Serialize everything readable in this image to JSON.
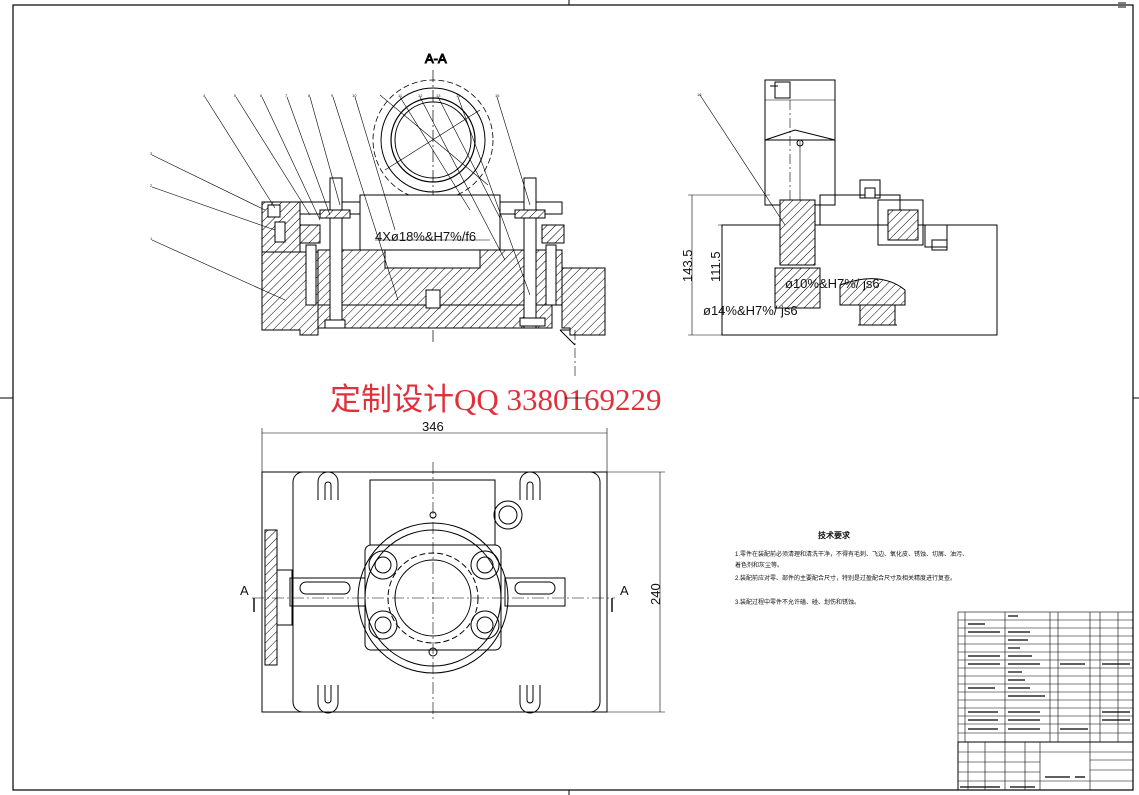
{
  "section_label": "A-A",
  "view_markers": {
    "left": "A",
    "right": "A"
  },
  "dimensions": {
    "width_346": "346",
    "height_240": "240",
    "height_143_5": "143.5",
    "height_111_5": "111.5",
    "bore_4x18": "4Xø18%&H7%/f6",
    "bore_10": "ø10%&H7%/ js6",
    "bore_14": "ø14%&H7%/ js6"
  },
  "balloons": [
    "1",
    "2",
    "3",
    "4",
    "5",
    "6",
    "7",
    "8",
    "9",
    "10",
    "11",
    "12",
    "13",
    "14",
    "15",
    "16"
  ],
  "watermark": "定制设计QQ 3380169229",
  "tech_notes": {
    "title": "技术要求",
    "lines": [
      "1.零件在装配前必须清理和清洗干净，不得有毛刺、飞边、氧化皮、锈蚀、切屑、油污、",
      "着色剂和灰尘等。",
      "2.装配前应对零、部件的主要配合尺寸，特别是过盈配合尺寸及相关精度进行复查。",
      "3.装配过程中零件不允许磕、碰、划伤和锈蚀。"
    ]
  },
  "colors": {
    "line": "#000000",
    "watermark": "#e0303a",
    "paper": "#ffffff"
  }
}
